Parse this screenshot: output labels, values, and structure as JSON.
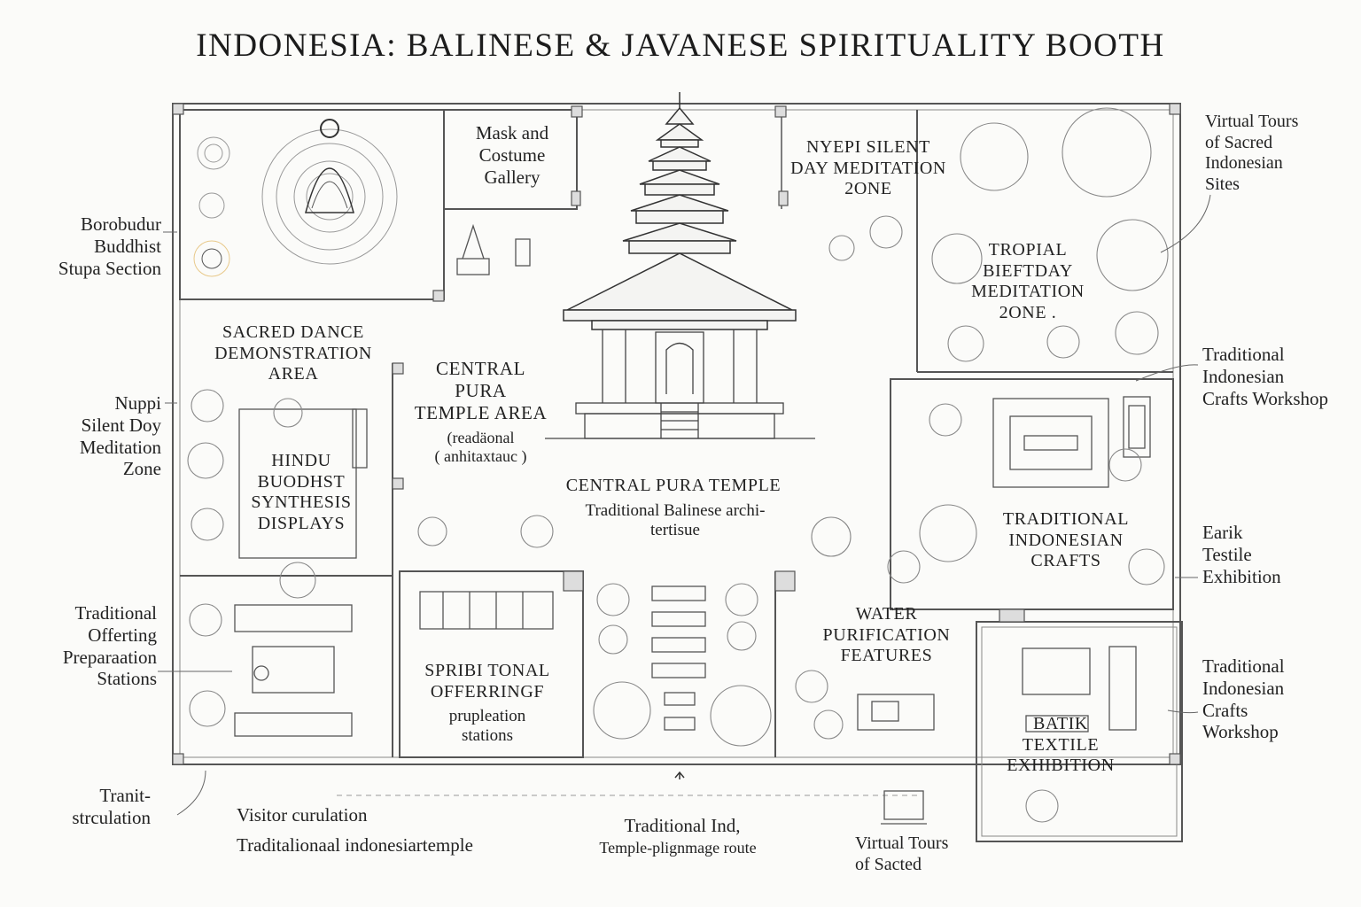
{
  "title": "INDONESIA: BALINESE & JAVANESE SPIRITUALITY BOOTH",
  "zones": {
    "mask_gallery": "Mask and\nCostume\nGallery",
    "nyepi_zone": "NYEPI SILENT\nDAY MEDITATION\n2ONE",
    "tropical_zone": "TROPIAL\nBIEFTDAY\nMEDITATION\n2ONE .",
    "sacred_dance": "SACRED DANCE\nDEMONSTRATION\nAREA",
    "central_pura_area": "CENTRAL\nPURA\nTEMPLE AREA",
    "central_pura_sub": "(readäonal\n( anhitaxtauc )",
    "hindu_buddhist": "HINDU\nBUODHST\nSYNTHESIS\nDISPLAYS",
    "central_pura_temple": "CENTRAL PURA TEMPLE",
    "central_pura_temple_sub": "Traditional Balinese archi-\ntertisue",
    "traditional_crafts": "TRADITIONAL\nINDONESIAN\nCRAFTS",
    "water_purification": "WATER\nPURIFICATION\nFEATURES",
    "spiritual_offering": "SPRIBI TONAL\nOFFERRINGF",
    "spiritual_offering_sub": "pruplеation\nstations",
    "batik_exhibition": "BATIK\nTEXTILE\nEXHIBITION"
  },
  "side_labels": {
    "borobudur": "Borobudur\nBuddhist\nStupa Section",
    "nuppi": "Nuppi\nSilent Doy\nMeditation\nZone",
    "offering_prep": "Traditional\nOfferting\nPreparaation\nStations",
    "transit": "Tranit-\nstrculation",
    "virtual_tours_top": "Virtual Tours\nof Sacred\nIndonesian\nSites",
    "crafts_workshop_top": "Traditional\nIndonesian\nCrafts Workshop",
    "earik_textile": "Earik\nTestile\nExhibition",
    "crafts_workshop_bottom": "Traditional\nIndonesian\nCrafts\nWorkshop"
  },
  "bottom_labels": {
    "visitor_circulation": "Visitor curulation",
    "traditional_temple": "Traditalionaal indonesiartemple",
    "traditional_ind": "Traditional Ind,",
    "pilgrimage_route": "Temple-plignmage route",
    "virtual_tours_bottom": "Virtual Tours\nof Sacted"
  },
  "colors": {
    "ink": "#333333",
    "wall": "#555555",
    "light_line": "#bdbdbd",
    "paper": "#fbfbf9",
    "accent_warm": "#e8c98a"
  }
}
